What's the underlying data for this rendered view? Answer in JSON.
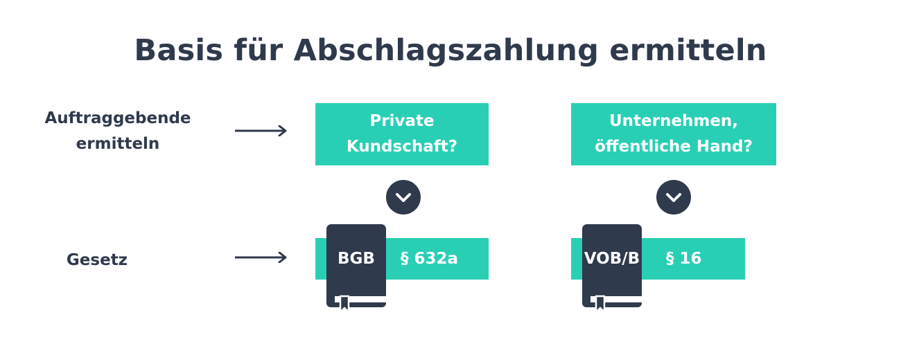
{
  "title": "Basis für Abschlagszahlung ermitteln",
  "rows": {
    "clients_label_line1": "Auftraggebende",
    "clients_label_line2": "ermitteln",
    "law_label": "Gesetz"
  },
  "options": [
    {
      "question_line1": "Private",
      "question_line2": "Kundschaft?",
      "law": "BGB",
      "paragraph": "§ 632a"
    },
    {
      "question_line1": "Unternehmen,",
      "question_line2": "öffentliche Hand?",
      "law": "VOB/B",
      "paragraph": "§ 16"
    }
  ],
  "colors": {
    "teal": "#29cfb5",
    "navy": "#2f3a4c",
    "white": "#ffffff"
  },
  "icons": [
    "arrow-right-icon",
    "chevron-down-icon",
    "book-icon"
  ]
}
